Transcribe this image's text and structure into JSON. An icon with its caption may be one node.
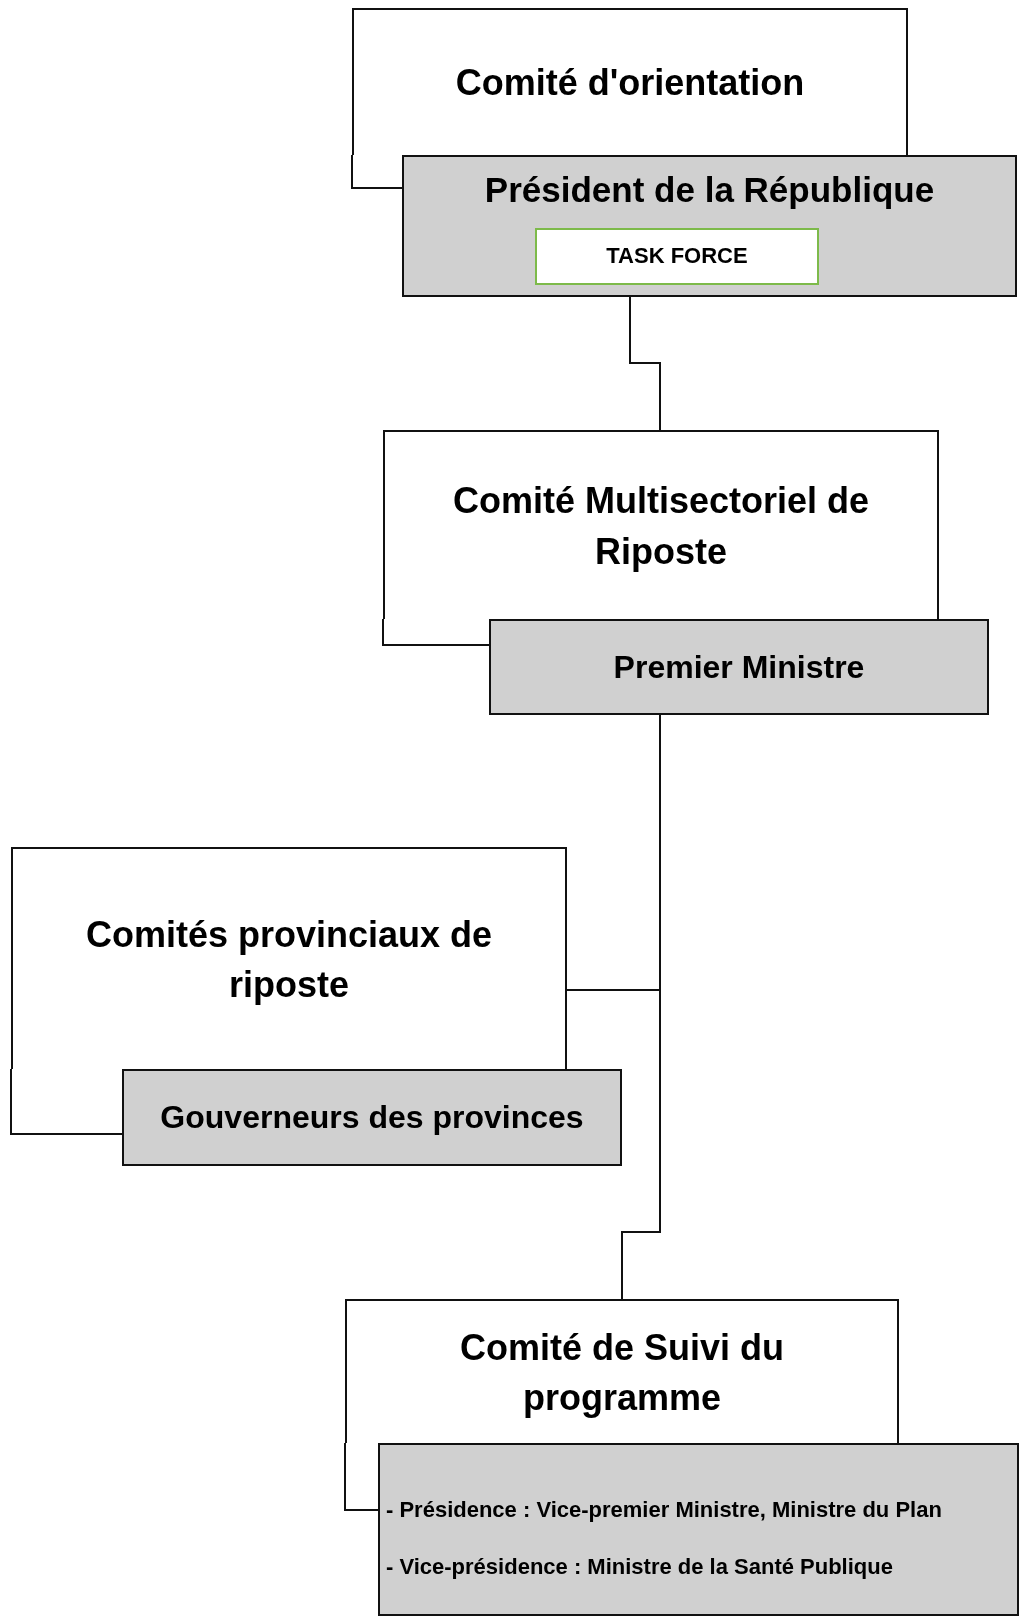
{
  "diagram": {
    "nodes": [
      {
        "text": [
          "Comité d'orientation"
        ]
      },
      {
        "text": [
          "Président de la République"
        ]
      },
      {
        "text": [
          "TASK FORCE"
        ],
        "in": 1
      },
      {
        "text": [
          "Comité Multisectoriel de Riposte"
        ]
      },
      {
        "text": [
          "Premier Ministre"
        ]
      },
      {
        "text": [
          "Comités provinciaux de riposte"
        ]
      },
      {
        "text": [
          "Gouverneurs des provinces"
        ]
      },
      {
        "text": [
          "Comité de Suivi du programme"
        ]
      },
      {
        "text": [
          "- Présidence : Vice-premier Ministre,  Ministre du Plan",
          "- Vice-présidence : Ministre de la Santé Publique"
        ]
      }
    ],
    "edges": [
      {
        "from": 1,
        "to": 3,
        "arrow": "none"
      },
      {
        "from": 4,
        "to": 5,
        "arrow": "none"
      },
      {
        "from": 4,
        "to": 7,
        "arrow": "none"
      }
    ]
  }
}
